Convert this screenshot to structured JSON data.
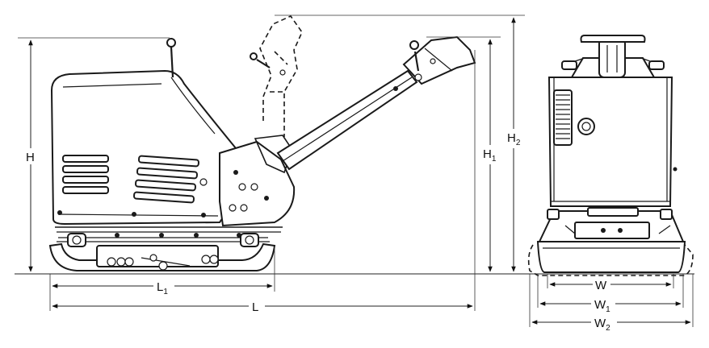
{
  "dimensions": {
    "height": {
      "main": "H",
      "sub": ""
    },
    "height_1": {
      "main": "H",
      "sub": "1"
    },
    "height_2": {
      "main": "H",
      "sub": "2"
    },
    "length": {
      "main": "L",
      "sub": ""
    },
    "length_1": {
      "main": "L",
      "sub": "1"
    },
    "width": {
      "main": "W",
      "sub": ""
    },
    "width_1": {
      "main": "W",
      "sub": "1"
    },
    "width_2": {
      "main": "W",
      "sub": "2"
    }
  },
  "colors": {
    "line": "#1a1a1a",
    "background": "#ffffff"
  }
}
